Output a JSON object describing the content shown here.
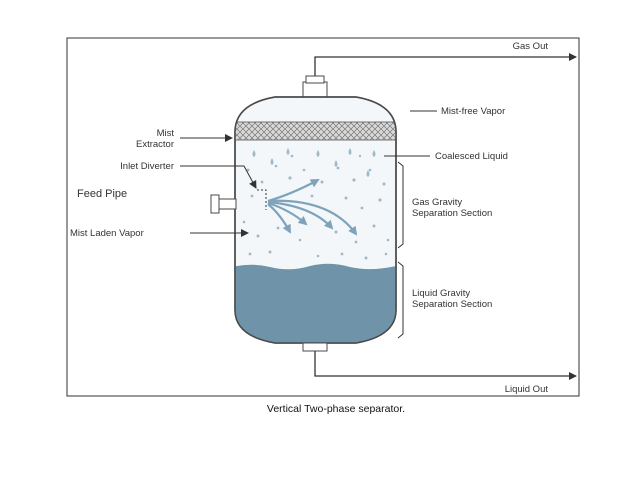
{
  "labels": {
    "gas_out": "Gas Out",
    "mist_free_vapor": "Mist-free Vapor",
    "mist_extractor_line1": "Mist",
    "mist_extractor_line2": "Extractor",
    "coalesced_liquid": "Coalesced Liquid",
    "inlet_diverter": "Inlet Diverter",
    "feed_pipe": "Feed Pipe",
    "gas_gravity_line1": "Gas Gravity",
    "gas_gravity_line2": "Separation Section",
    "mist_laden_vapor": "Mist Laden Vapor",
    "liquid_gravity_line1": "Liquid Gravity",
    "liquid_gravity_line2": "Separation Section",
    "liquid_out": "Liquid Out"
  },
  "caption": "Vertical Two-phase separator.",
  "colors": {
    "liquid": "#6f93a9",
    "liquid_dark": "#5a7f96",
    "vapor_fill": "#f4f7f9",
    "droplet": "#9fb9c9",
    "arrow_flow": "#7fa3bb",
    "line": "#333333",
    "vessel_outline": "#4a4a4a"
  }
}
